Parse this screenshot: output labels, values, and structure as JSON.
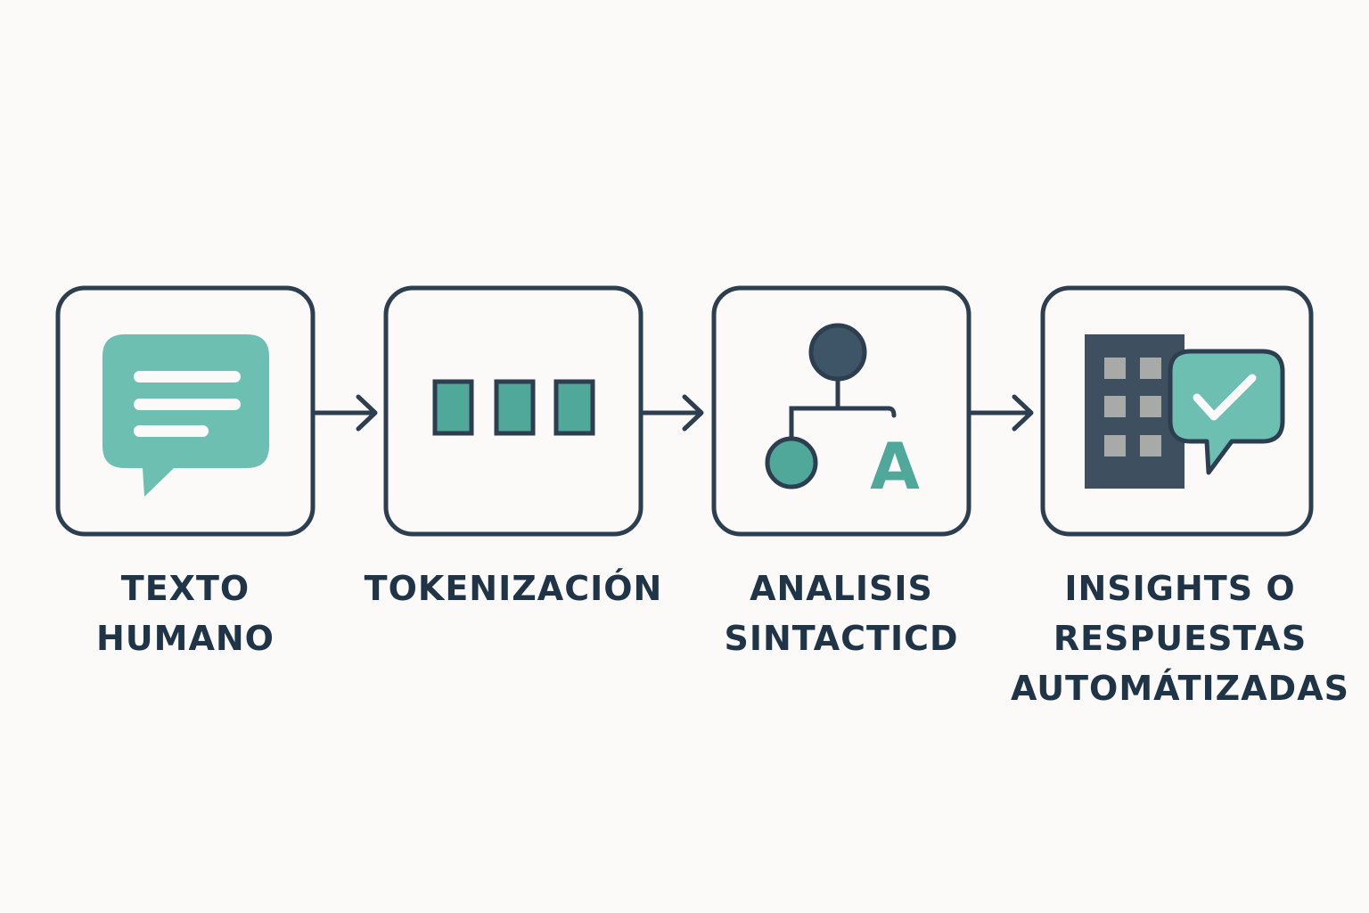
{
  "colors": {
    "background": "#fbfaf8",
    "stroke": "#2c3e50",
    "teal": "#6dbfb2",
    "teal_dark": "#4fa89a",
    "building": "#3e4f60",
    "window": "#a8aaa7",
    "text": "#1f3447"
  },
  "steps": [
    {
      "icon": "chat-bubble-icon",
      "label_lines": [
        "TEXTO",
        "HUMANO"
      ]
    },
    {
      "icon": "tokens-icon",
      "label_lines": [
        "TOKENIZACIÓN"
      ]
    },
    {
      "icon": "syntax-tree-icon",
      "glyph": "A",
      "label_lines": [
        "ANALISIS",
        "SINTACTICD"
      ]
    },
    {
      "icon": "building-check-icon",
      "label_lines": [
        "INSIGHTS O",
        "RESPUESTAS",
        "AUTOMÁTIZADAS"
      ]
    }
  ],
  "connectors": [
    "arrow-right-icon",
    "arrow-right-icon",
    "arrow-right-icon"
  ]
}
